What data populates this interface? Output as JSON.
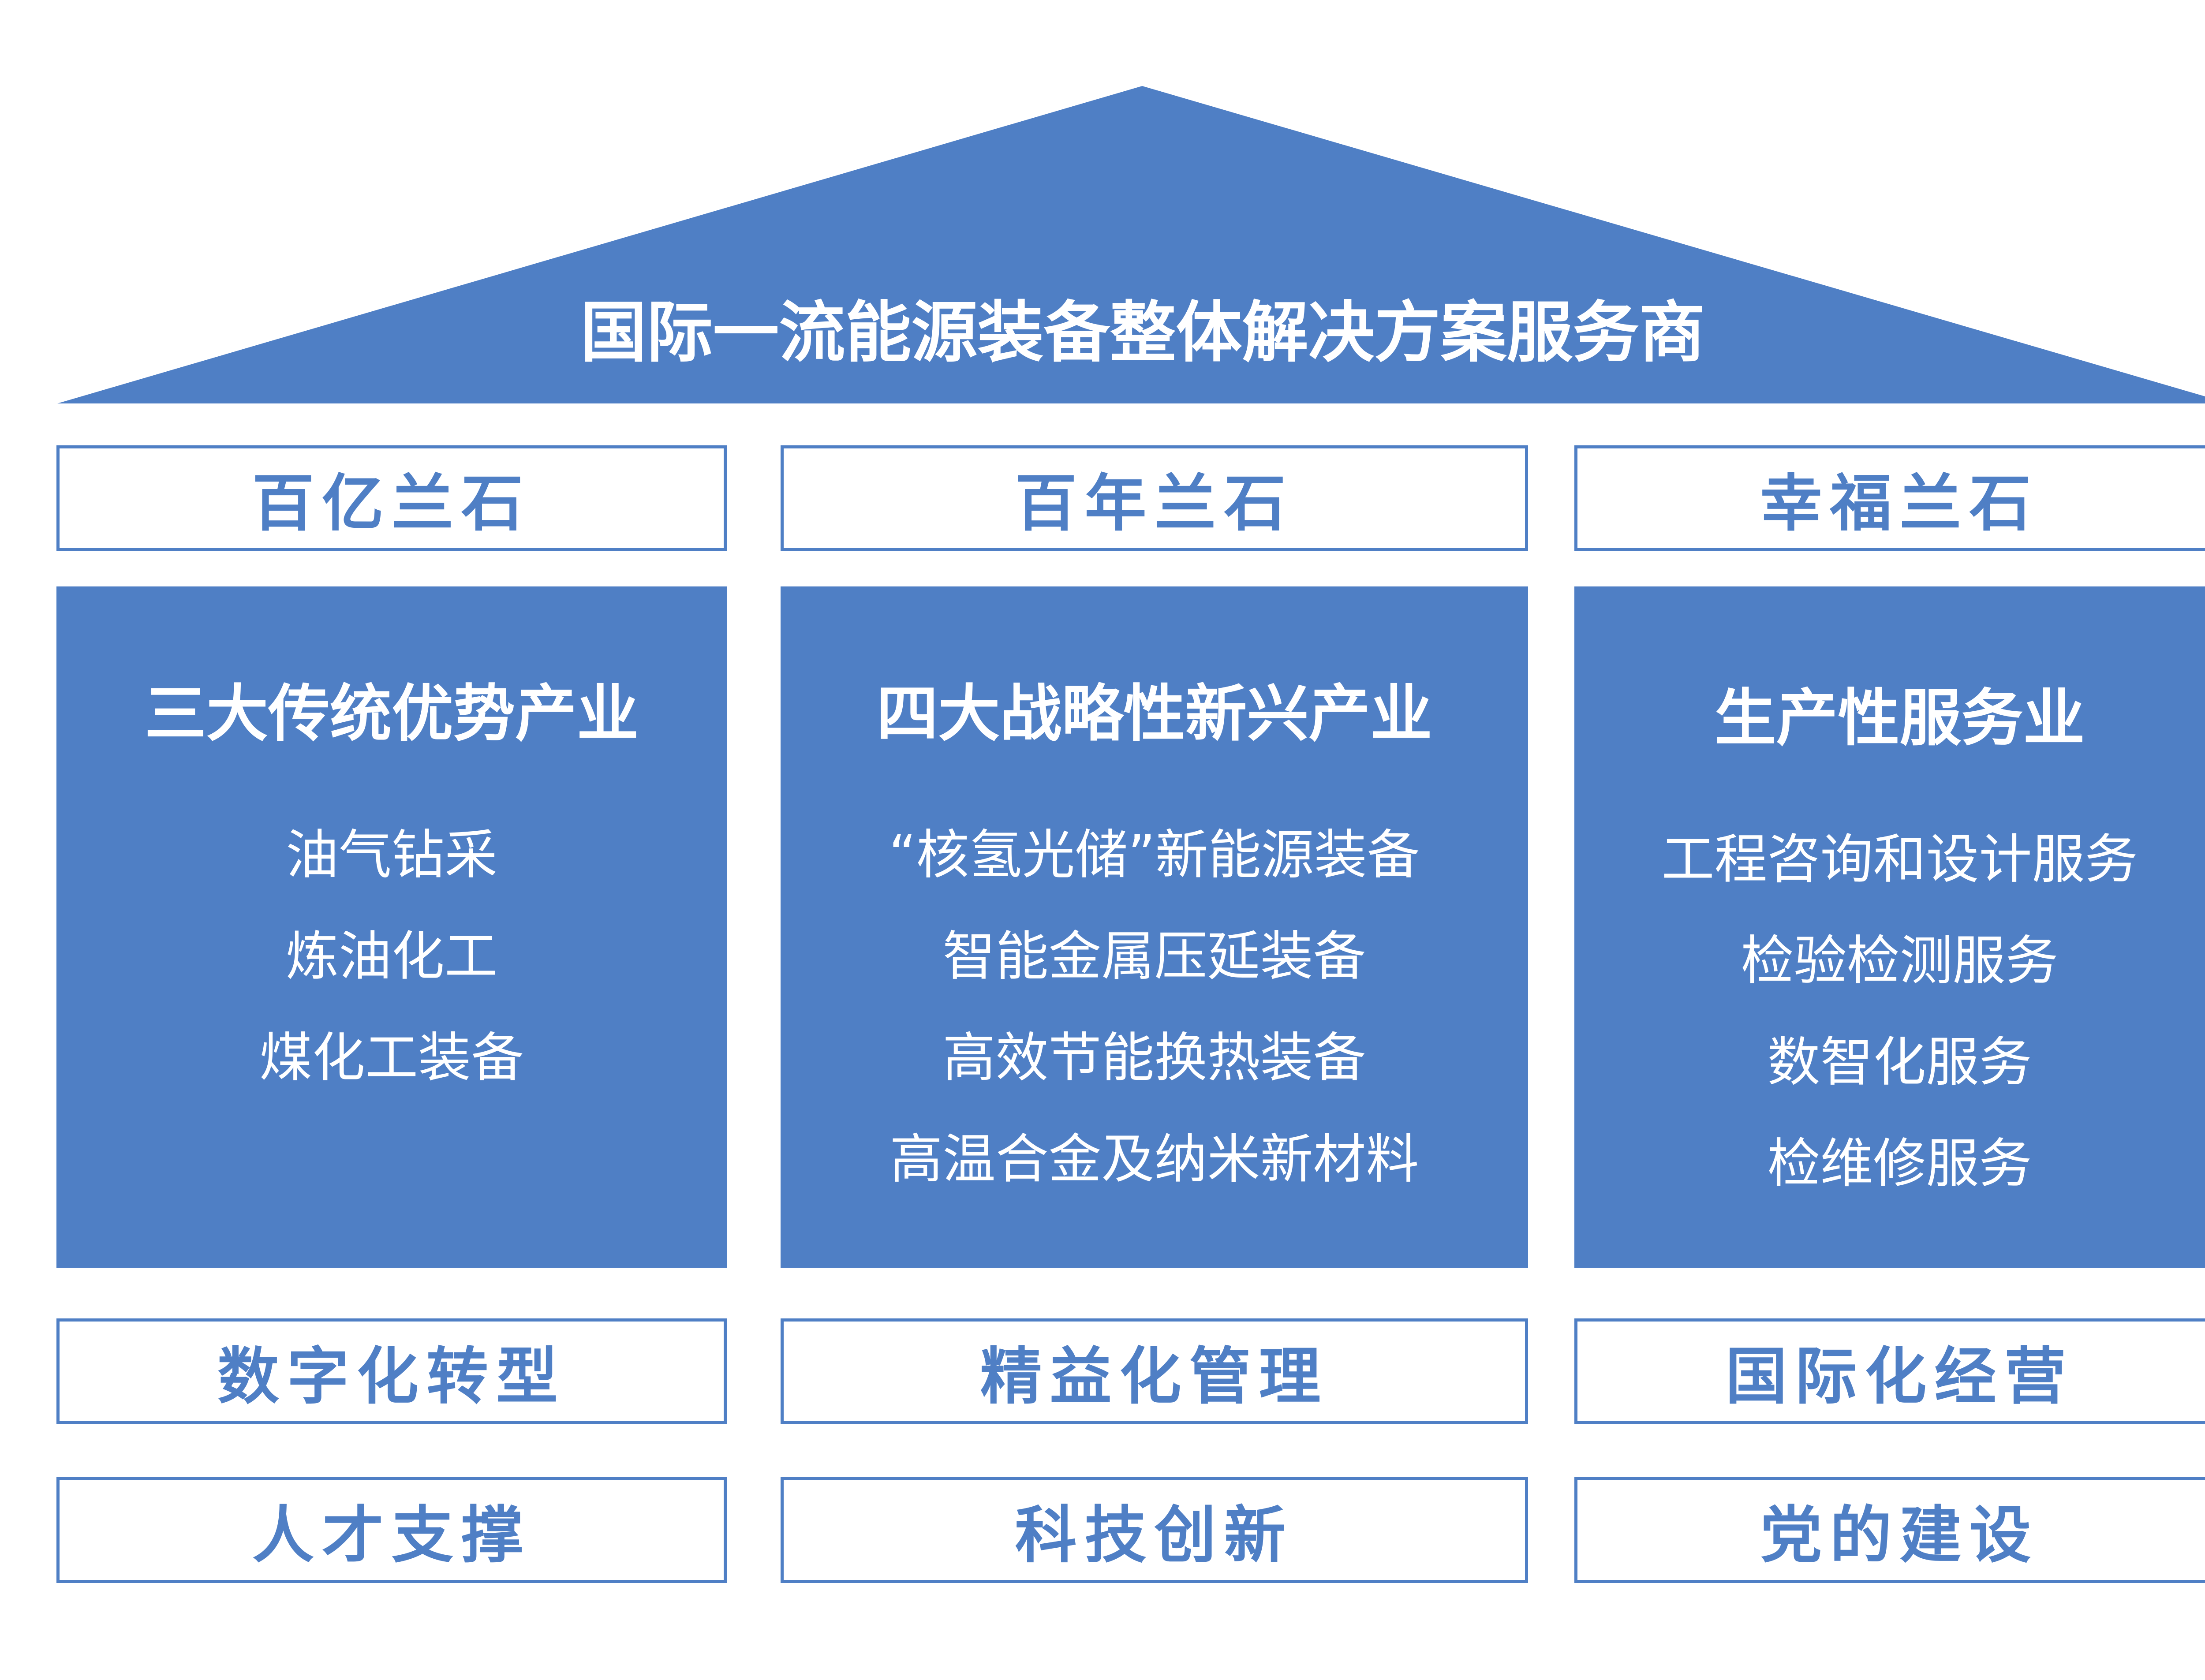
{
  "colors": {
    "accent": "#4f7fc5",
    "background": "#ffffff",
    "text_on_accent": "#ffffff"
  },
  "roof": {
    "title": "国际一流能源装备整体解决方案服务商"
  },
  "pillars_top": [
    "百亿兰石",
    "百年兰石",
    "幸福兰石"
  ],
  "panels": [
    {
      "title": "三大传统优势产业",
      "items": [
        "油气钻采",
        "炼油化工",
        "煤化工装备"
      ]
    },
    {
      "title": "四大战略性新兴产业",
      "items": [
        "“核氢光储”新能源装备",
        "智能金属压延装备",
        "高效节能换热装备",
        "高温合金及纳米新材料"
      ]
    },
    {
      "title": "生产性服务业",
      "items": [
        "工程咨询和设计服务",
        "检验检测服务",
        "数智化服务",
        "检维修服务"
      ]
    }
  ],
  "foundation_row1": [
    "数字化转型",
    "精益化管理",
    "国际化经营"
  ],
  "foundation_row2": [
    "人才支撑",
    "科技创新",
    "党的建设"
  ]
}
